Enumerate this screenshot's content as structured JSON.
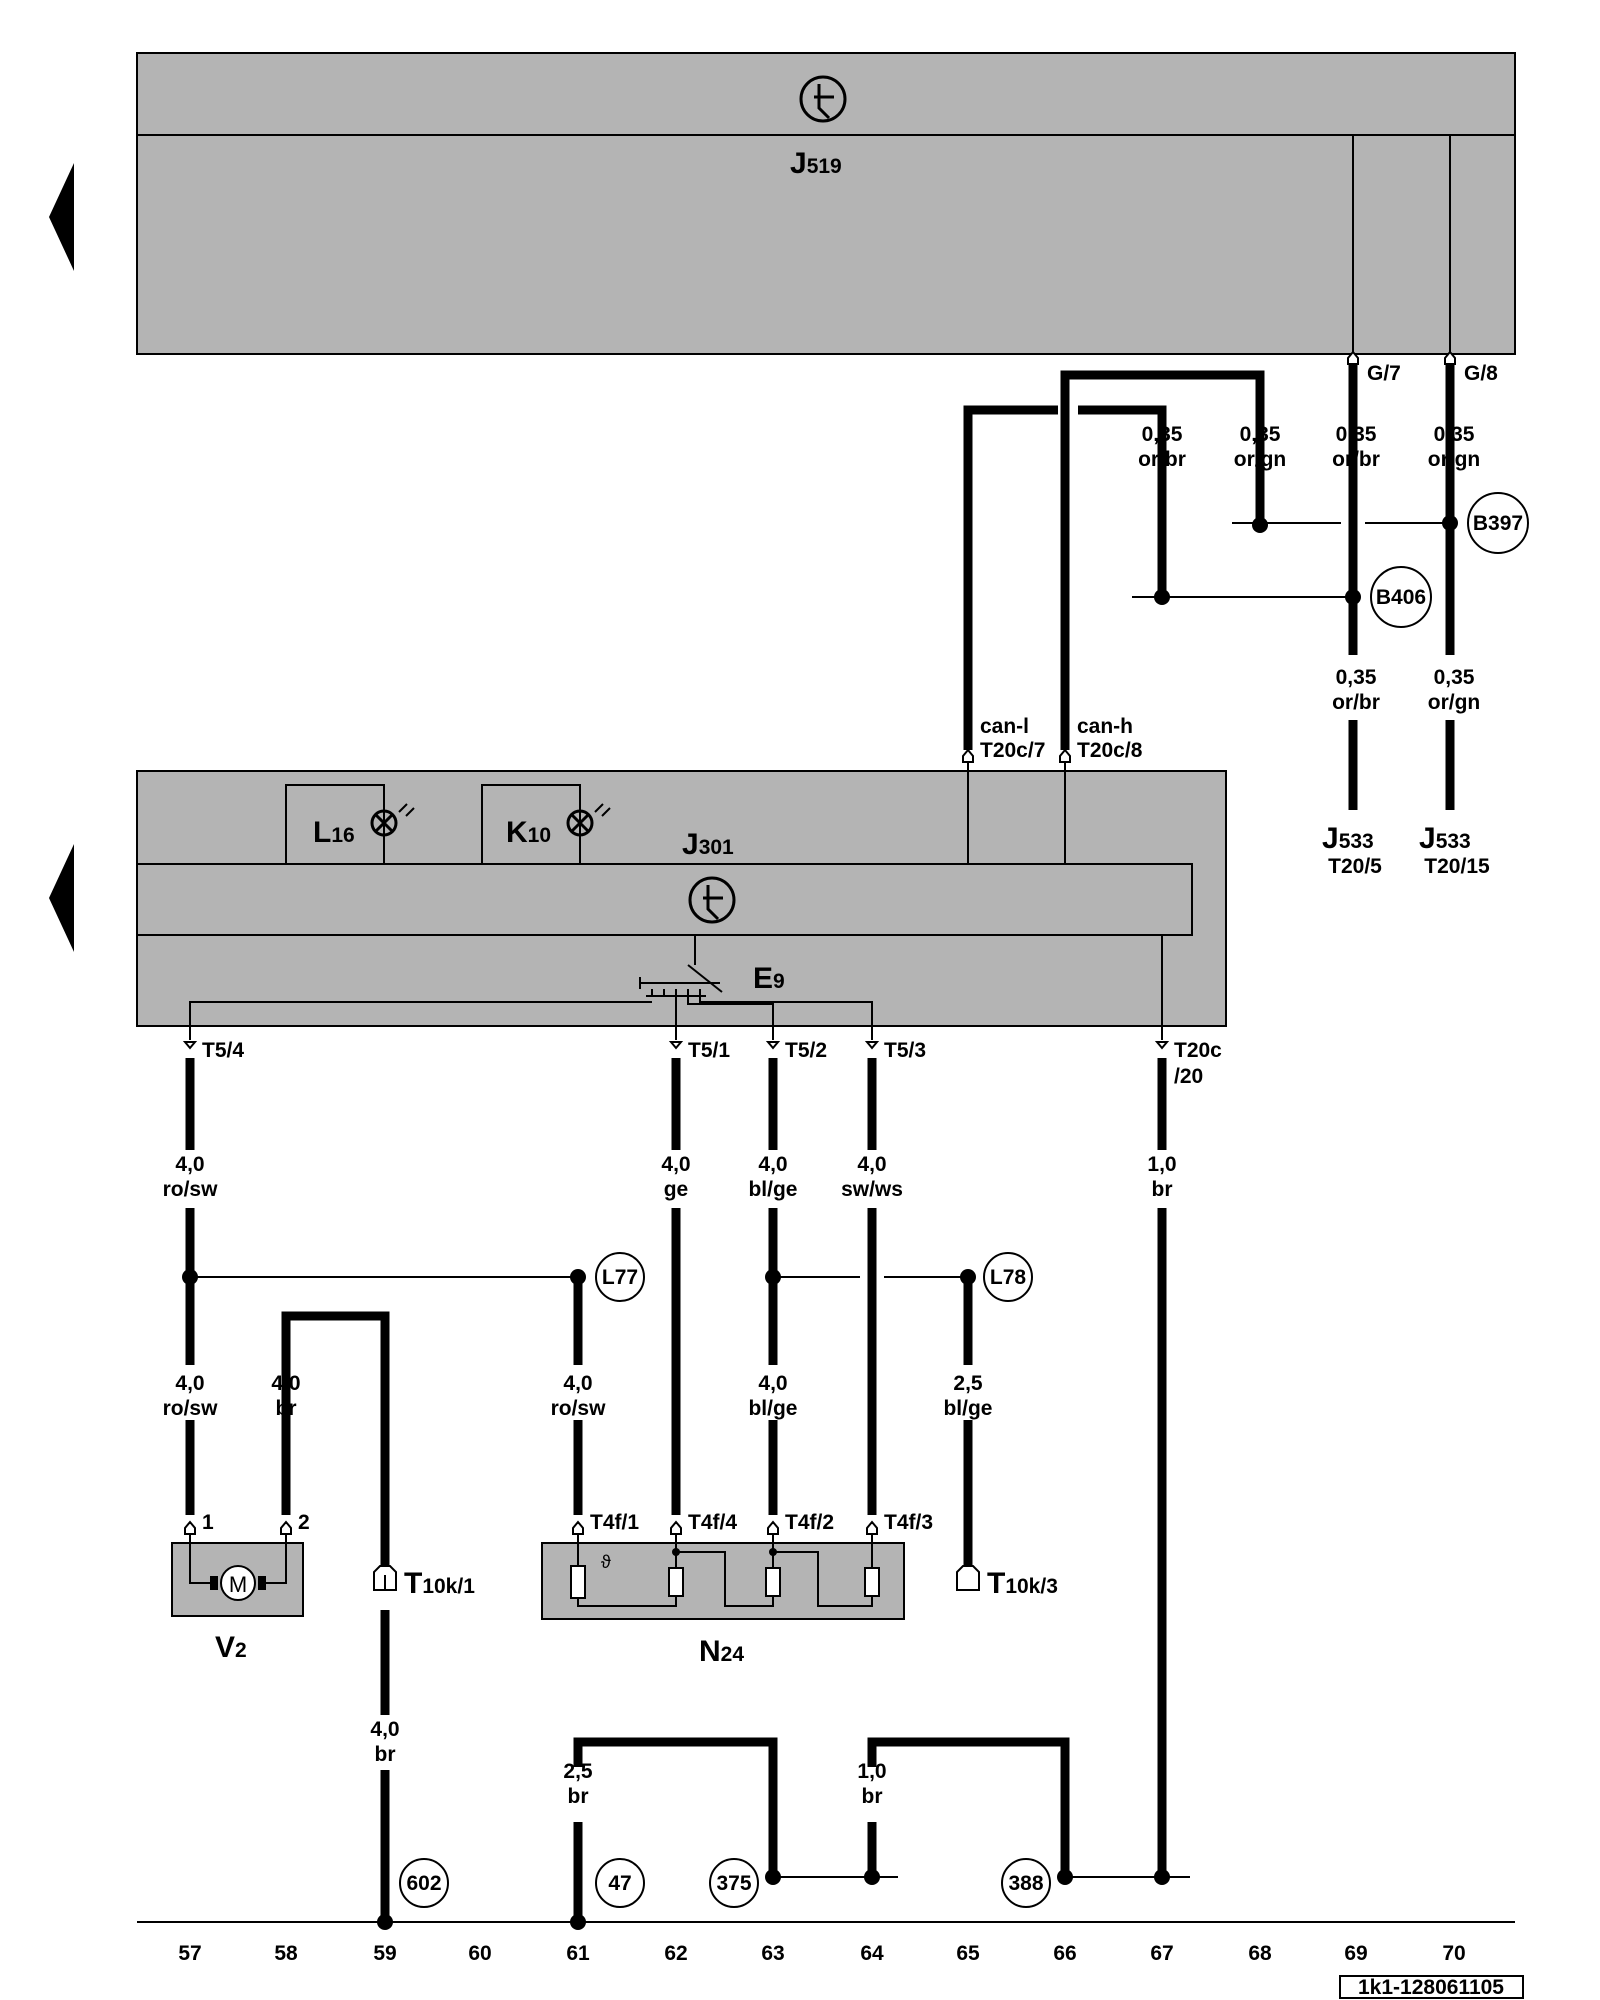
{
  "blocks": {
    "j519": {
      "name": "J",
      "sub": "519"
    },
    "j301": {
      "name": "J",
      "sub": "301"
    }
  },
  "components": {
    "l16": {
      "name": "L",
      "sub": "16"
    },
    "k10": {
      "name": "K",
      "sub": "10"
    },
    "e9": {
      "name": "E",
      "sub": "9"
    },
    "v2": {
      "name": "V",
      "sub": "2"
    },
    "n24": {
      "name": "N",
      "sub": "24"
    },
    "motor_letter": "M",
    "theta_symbol": "ϑ"
  },
  "connectors": {
    "t10k1": {
      "name": "T",
      "sub": "10k/1"
    },
    "t10k3": {
      "name": "T",
      "sub": "10k/3"
    }
  },
  "j533_left": {
    "name": "J",
    "sub": "533",
    "pin": "T20/5"
  },
  "j533_right": {
    "name": "J",
    "sub": "533",
    "pin": "T20/15"
  },
  "pins": {
    "g7": "G/7",
    "g8": "G/8",
    "can_l": "can-l",
    "t20c7": "T20c/7",
    "can_h": "can-h",
    "t20c8": "T20c/8",
    "t5_4": "T5/4",
    "t5_1": "T5/1",
    "t5_2": "T5/2",
    "t5_3": "T5/3",
    "t20c": "T20c",
    "t20c_20": "/20",
    "t4f1": "T4f/1",
    "t4f4": "T4f/4",
    "t4f2": "T4f/2",
    "t4f3": "T4f/3",
    "v2_1": "1",
    "v2_2": "2"
  },
  "wires": {
    "w1": {
      "size": "0,35",
      "color": "or/br"
    },
    "w2": {
      "size": "0,35",
      "color": "or/gn"
    },
    "w3": {
      "size": "0,35",
      "color": "or/br"
    },
    "w4": {
      "size": "0,35",
      "color": "or/gn"
    },
    "w5": {
      "size": "0,35",
      "color": "or/br"
    },
    "w6": {
      "size": "0,35",
      "color": "or/gn"
    },
    "w7": {
      "size": "4,0",
      "color": "ro/sw"
    },
    "w8": {
      "size": "4,0",
      "color": "ge"
    },
    "w9": {
      "size": "4,0",
      "color": "bl/ge"
    },
    "w10": {
      "size": "4,0",
      "color": "sw/ws"
    },
    "w11": {
      "size": "1,0",
      "color": "br"
    },
    "w12": {
      "size": "4,0",
      "color": "ro/sw"
    },
    "w13": {
      "size": "4,0",
      "color": "br"
    },
    "w14": {
      "size": "4,0",
      "color": "ro/sw"
    },
    "w15": {
      "size": "4,0",
      "color": "bl/ge"
    },
    "w16": {
      "size": "2,5",
      "color": "bl/ge"
    },
    "w17": {
      "size": "4,0",
      "color": "br"
    },
    "w18": {
      "size": "2,5",
      "color": "br"
    },
    "w19": {
      "size": "1,0",
      "color": "br"
    }
  },
  "circles": {
    "b397": "B397",
    "b406": "B406",
    "l77": "L77",
    "l78": "L78",
    "c602": "602",
    "c47": "47",
    "c375": "375",
    "c388": "388"
  },
  "track_numbers": [
    "57",
    "58",
    "59",
    "60",
    "61",
    "62",
    "63",
    "64",
    "65",
    "66",
    "67",
    "68",
    "69",
    "70"
  ],
  "diagram_id": "1k1-128061105",
  "colors": {
    "block_fill": "#b4b4b4",
    "line": "#000000",
    "background": "#ffffff"
  }
}
